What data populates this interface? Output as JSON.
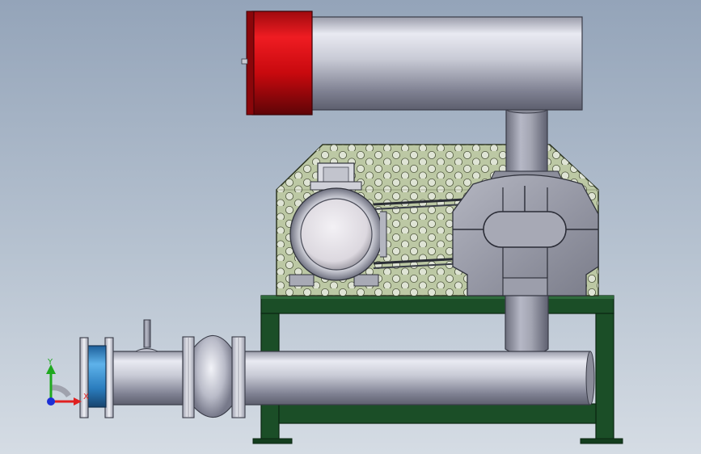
{
  "viewport": {
    "background_top": "#94a4b9",
    "background_bottom": "#d5dce4"
  },
  "colors": {
    "frame": "#1a4d26",
    "frame_dark": "#0f3318",
    "housing": "#bcc8a4",
    "housing_edge": "#2b3320",
    "holes": "#dde3d2",
    "silencer_cap": "#d90f14",
    "pipe_light": "#ecedf4",
    "pipe_dark": "#6d6f80",
    "coupling_blue": "#2f87c8",
    "motor_face": "#e9e6ec",
    "blower_body": "#9a9ca8"
  },
  "parts": {
    "silencer": "top-silencer",
    "acoustic_housing": "acoustic-enclosure-perforated",
    "motor": "electric-motor",
    "blower": "roots-blower",
    "base_frame": "steel-base-frame",
    "outlet_pipe": "outlet-pipe-with-flanges",
    "check_valve": "flexible-coupling-blue"
  },
  "triad": {
    "x_label": "X",
    "y_label": "Y",
    "x_color": "#e02020",
    "y_color": "#1fa81f",
    "z_color": "#1c2fd6"
  }
}
